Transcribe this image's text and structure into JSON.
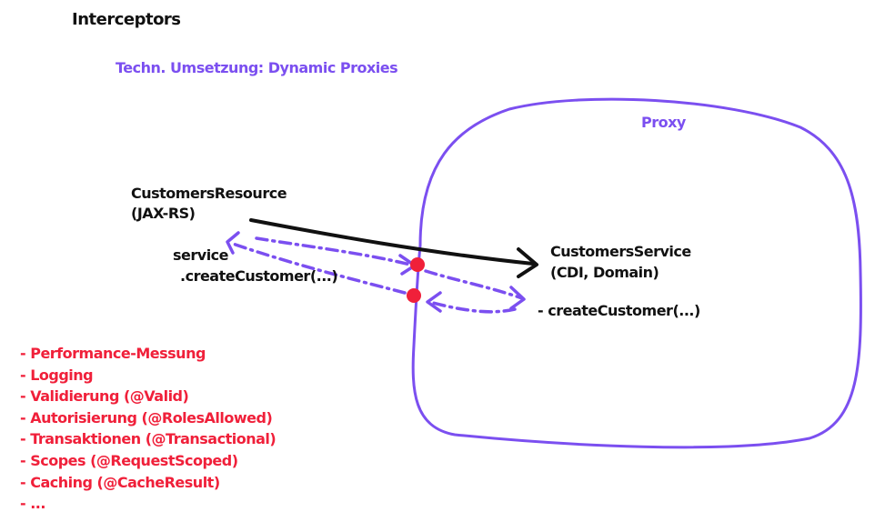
{
  "title": "Interceptors",
  "subtitle": "Techn. Umsetzung: Dynamic Proxies",
  "proxy": {
    "label": "Proxy"
  },
  "resource": {
    "name": "CustomersResource",
    "kind": "(JAX-RS)"
  },
  "call": {
    "line1": "service",
    "line2": ".createCustomer(...)"
  },
  "service": {
    "name": "CustomersService",
    "kind": "(CDI, Domain)"
  },
  "method": {
    "label": "- createCustomer(...)"
  },
  "features": [
    "- Performance-Messung",
    "- Logging",
    "- Validierung (@Valid)",
    "- Autorisierung (@RolesAllowed)",
    "- Transaktionen (@Transactional)",
    "- Scopes (@RequestScoped)",
    "- Caching (@CacheResult)",
    "- ..."
  ],
  "colors": {
    "accent": "#7b4ff0",
    "highlight": "#f0203a",
    "ink": "#111111"
  }
}
